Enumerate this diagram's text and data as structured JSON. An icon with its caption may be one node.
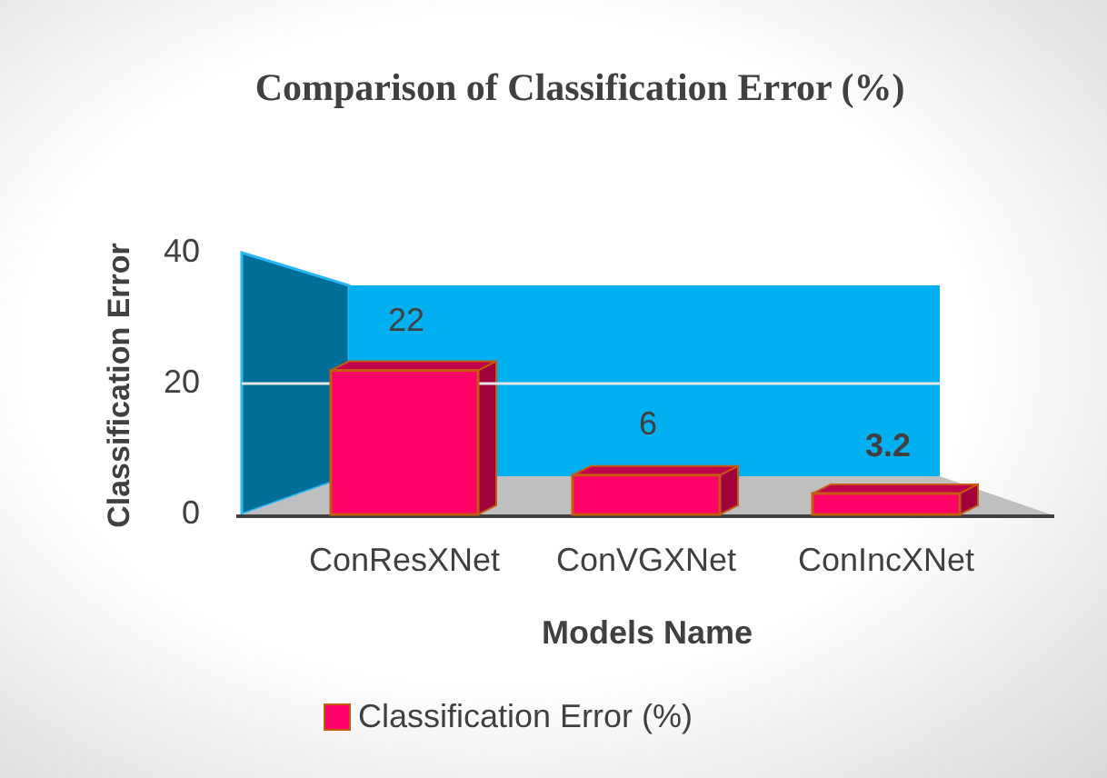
{
  "diagram": {
    "chart_data": {
      "type": "bar",
      "title": "Comparison of Classification Error (%)",
      "xlabel": "Models Name",
      "ylabel": "Classification Error",
      "categories": [
        "ConResXNet",
        "ConVGXNet",
        "ConIncXNet"
      ],
      "series": [
        {
          "name": "Classification Error (%)",
          "color": "#ff0066",
          "values": [
            22,
            6,
            3.2
          ]
        }
      ],
      "ylim": [
        0,
        40
      ],
      "yticks": [
        0,
        20,
        40
      ],
      "data_labels": true
    }
  }
}
